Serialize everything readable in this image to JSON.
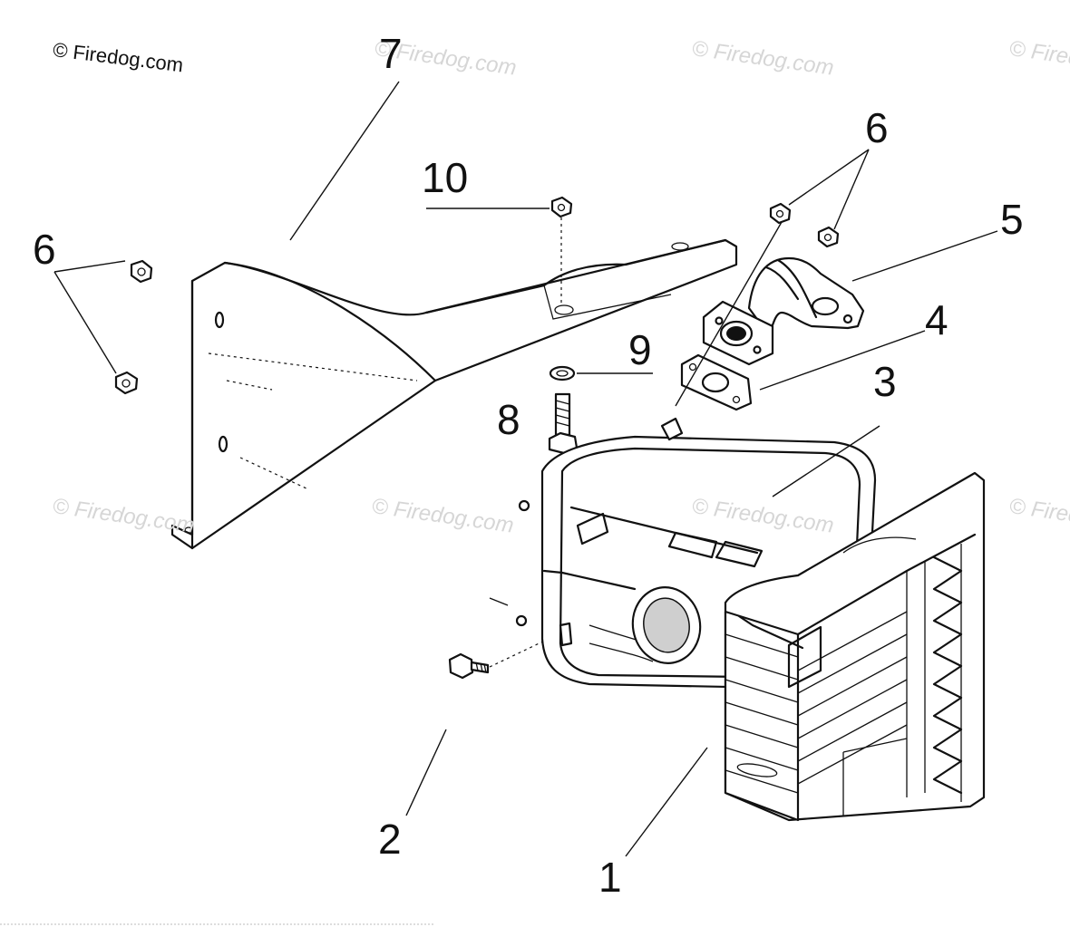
{
  "copyright": "© Firedog.com",
  "watermark": "© Firedog.com",
  "callouts": [
    {
      "id": "1",
      "label": "1"
    },
    {
      "id": "2",
      "label": "2"
    },
    {
      "id": "3",
      "label": "3"
    },
    {
      "id": "4",
      "label": "4"
    },
    {
      "id": "5",
      "label": "5"
    },
    {
      "id": "6",
      "label": "6"
    },
    {
      "id": "7",
      "label": "7"
    },
    {
      "id": "8",
      "label": "8"
    },
    {
      "id": "9",
      "label": "9"
    },
    {
      "id": "10",
      "label": "10"
    }
  ],
  "colors": {
    "line": "#111111",
    "watermark": "#d6d6d6",
    "background": "#ffffff"
  }
}
